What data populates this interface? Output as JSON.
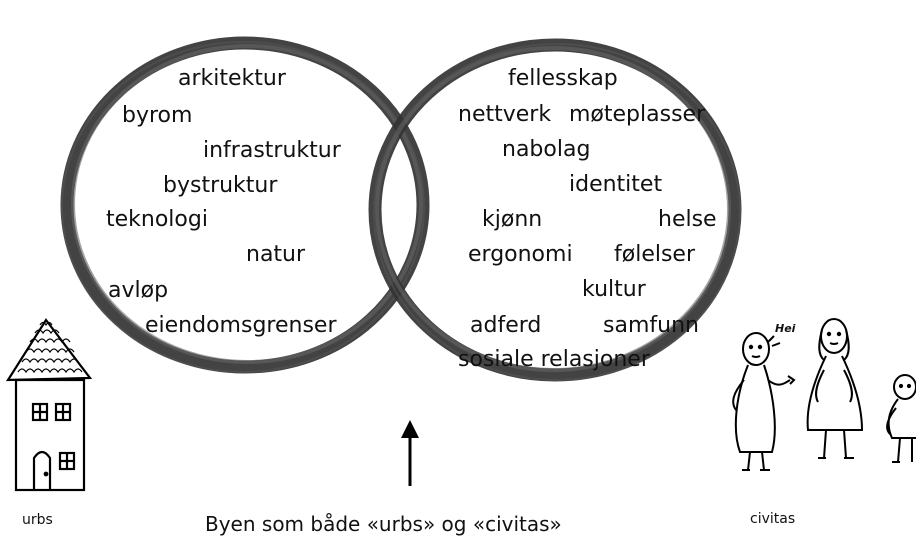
{
  "left_circle": {
    "words": [
      "arkitektur",
      "byrom",
      "infrastruktur",
      "bystruktur",
      "teknologi",
      "natur",
      "avløp",
      "eiendomsgrenser"
    ]
  },
  "right_circle": {
    "words": [
      "fellesskap",
      "nettverk",
      "møteplasser",
      "nabolag",
      "identitet",
      "kjønn",
      "helse",
      "ergonomi",
      "følelser",
      "kultur",
      "adferd",
      "samfunn",
      "sosiale relasjoner"
    ]
  },
  "labels": {
    "left": "urbs",
    "right": "civitas",
    "speech": "Hei"
  },
  "caption": "Byen som både «urbs» og «civitas»",
  "colors": {
    "ring": "#333333",
    "text": "#111111"
  },
  "icons": [
    "house-icon",
    "people-icon",
    "arrow-up-icon"
  ]
}
